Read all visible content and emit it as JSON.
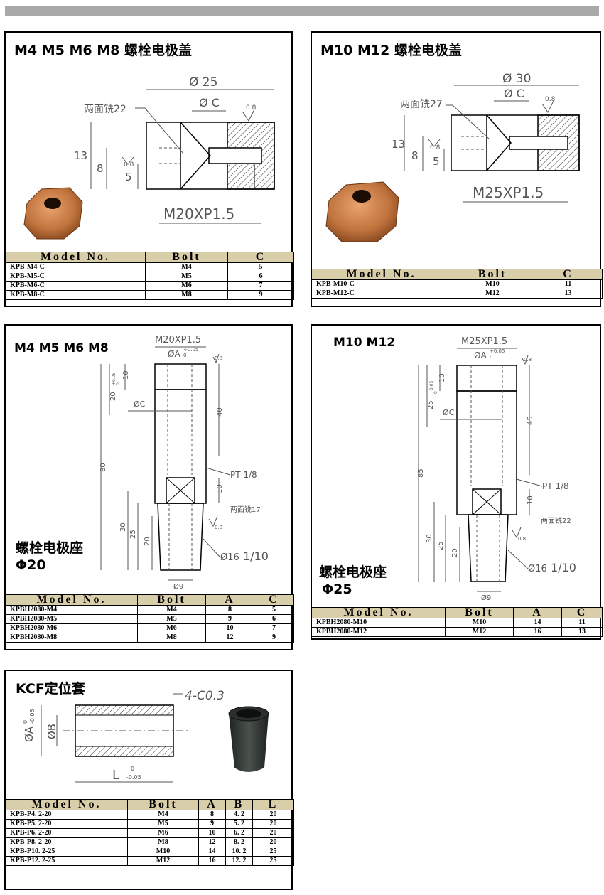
{
  "panels": {
    "cap_small": {
      "title": "M4  M5  M6  M8    螺栓电极盖",
      "dims": {
        "d25": "Ø 25",
        "dc": "Ø C",
        "mill": "两面铣22",
        "h13": "13",
        "h8": "8",
        "h5": "5",
        "r08a": "0.8",
        "r08b": "0.8",
        "thread": "M20XP1.5"
      },
      "table": {
        "headers": [
          "Model No.",
          "Bolt",
          "C"
        ],
        "rows": [
          [
            "KPB-M4-C",
            "M4",
            "5"
          ],
          [
            "KPB-M5-C",
            "M5",
            "6"
          ],
          [
            "KPB-M6-C",
            "M6",
            "7"
          ],
          [
            "KPB-M8-C",
            "M8",
            "9"
          ]
        ]
      }
    },
    "cap_large": {
      "title": "M10  M12   螺栓电极盖",
      "dims": {
        "d30": "Ø 30",
        "dc": "Ø C",
        "mill": "两面铣27",
        "h13": "13",
        "h8": "8",
        "h5": "5",
        "r08a": "0.8",
        "r08b": "0.8",
        "thread": "M25XP1.5"
      },
      "table": {
        "headers": [
          "Model No.",
          "Bolt",
          "C"
        ],
        "rows": [
          [
            "KPB-M10-C",
            "M10",
            "11"
          ],
          [
            "KPB-M12-C",
            "M12",
            "13"
          ]
        ]
      }
    },
    "seat_small": {
      "title": "M4  M5  M6  M8",
      "caption1": "螺栓电极座",
      "caption2": "Φ20",
      "dims": {
        "thread": "M20XP1.5",
        "da": "ØA",
        "da_tol_up": "+0.05",
        "da_tol_lo": "0",
        "r08": "0.8",
        "d10": "10",
        "d20": "20",
        "d20_tol_up": "+0.05",
        "d20_tol_lo": "0",
        "dc": "ØC",
        "d40": "40",
        "d80": "80",
        "pt": "PT 1/8",
        "d10b": "10",
        "mill": "两面铣17",
        "d30": "30",
        "d25": "25",
        "d20b": "20",
        "r08b": "0.8",
        "d16": "Ø16",
        "taper": "1/10",
        "d9": "Ø9"
      },
      "table": {
        "headers": [
          "Model No.",
          "Bolt",
          "A",
          "C"
        ],
        "rows": [
          [
            "KPBH2080-M4",
            "M4",
            "8",
            "5"
          ],
          [
            "KPBH2080-M5",
            "M5",
            "9",
            "6"
          ],
          [
            "KPBH2080-M6",
            "M6",
            "10",
            "7"
          ],
          [
            "KPBH2080-M8",
            "M8",
            "12",
            "9"
          ]
        ]
      }
    },
    "seat_large": {
      "title": "M10  M12",
      "caption1": "螺栓电极座",
      "caption2": "Φ25",
      "dims": {
        "thread": "M25XP1.5",
        "da": "ØA",
        "da_tol_up": "+0.05",
        "da_tol_lo": "0",
        "r08": "0.8",
        "d10": "10",
        "d25": "25",
        "d25_tol_up": "+0.05",
        "d25_tol_lo": "0",
        "dc": "ØC",
        "d45": "45",
        "d85": "85",
        "pt": "PT 1/8",
        "d10b": "10",
        "mill": "两面铣22",
        "d30": "30",
        "d25b": "25",
        "d20": "20",
        "r08b": "0.8",
        "d16": "Ø16",
        "taper": "1/10",
        "d9": "Ø9"
      },
      "table": {
        "headers": [
          "Model No.",
          "Bolt",
          "A",
          "C"
        ],
        "rows": [
          [
            "KPBH2080-M10",
            "M10",
            "14",
            "11"
          ],
          [
            "KPBH2080-M12",
            "M12",
            "16",
            "13"
          ]
        ]
      }
    },
    "sleeve": {
      "title": "KCF定位套",
      "dims": {
        "chamfer": "4-C0.3",
        "da": "ØA",
        "da_tol_up": "0",
        "da_tol_lo": "-0.05",
        "db": "ØB",
        "l": "L",
        "l_tol_up": "0",
        "l_tol_lo": "-0.05"
      },
      "table": {
        "headers": [
          "Model No.",
          "Bolt",
          "A",
          "B",
          "L"
        ],
        "rows": [
          [
            "KPB-P4. 2-20",
            "M4",
            "8",
            "4. 2",
            "20"
          ],
          [
            "KPB-P5. 2-20",
            "M5",
            "9",
            "5. 2",
            "20"
          ],
          [
            "KPB-P6. 2-20",
            "M6",
            "10",
            "6. 2",
            "20"
          ],
          [
            "KPB-P8. 2-20",
            "M8",
            "12",
            "8. 2",
            "20"
          ],
          [
            "KPB-P10. 2-25",
            "M10",
            "14",
            "10. 2",
            "25"
          ],
          [
            "KPB-P12. 2-25",
            "M12",
            "16",
            "12. 2",
            "25"
          ]
        ]
      }
    }
  },
  "colors": {
    "table_header_bg": "#d9ceaa",
    "copper": "#b87333",
    "gray_bar": "#a9a9a9",
    "sleeve_dark": "#3a3f3c"
  }
}
